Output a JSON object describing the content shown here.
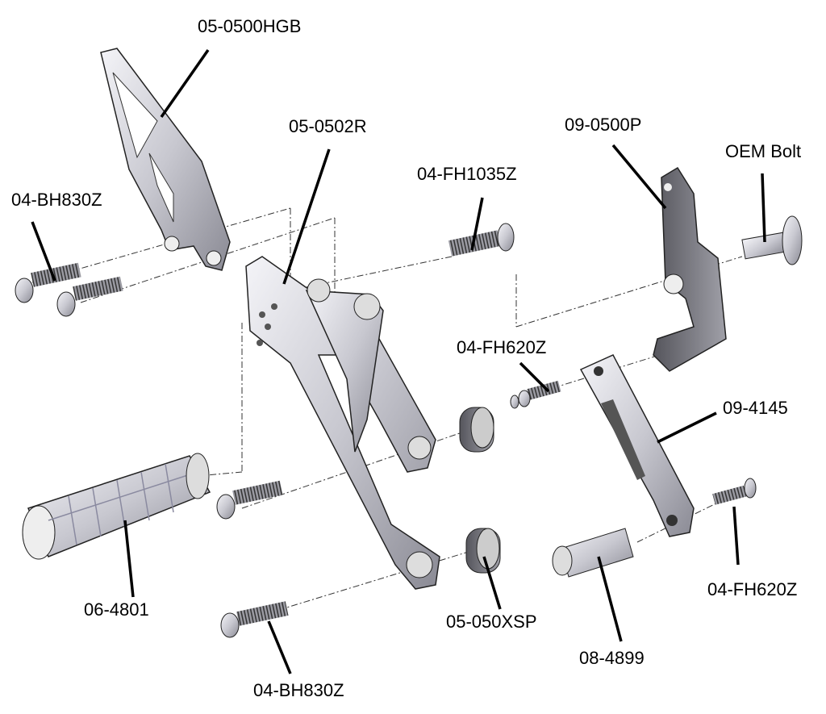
{
  "labels": {
    "hanger": "05-0500HGB",
    "bracket": "05-0502R",
    "fh1035": "04-FH1035Z",
    "pivot": "09-0500P",
    "oem_bolt": "OEM Bolt",
    "bh830_top": "04-BH830Z",
    "fh620_mid": "04-FH620Z",
    "link": "09-4145",
    "peg": "06-4801",
    "spacer": "05-050XSP",
    "fh620_right": "04-FH620Z",
    "sleeve": "08-4899",
    "bh830_bottom": "04-BH830Z"
  },
  "colors": {
    "part_light": "#e8e8ee",
    "part_mid": "#b0b0b8",
    "part_dark": "#6a6a72",
    "line": "#000000"
  }
}
